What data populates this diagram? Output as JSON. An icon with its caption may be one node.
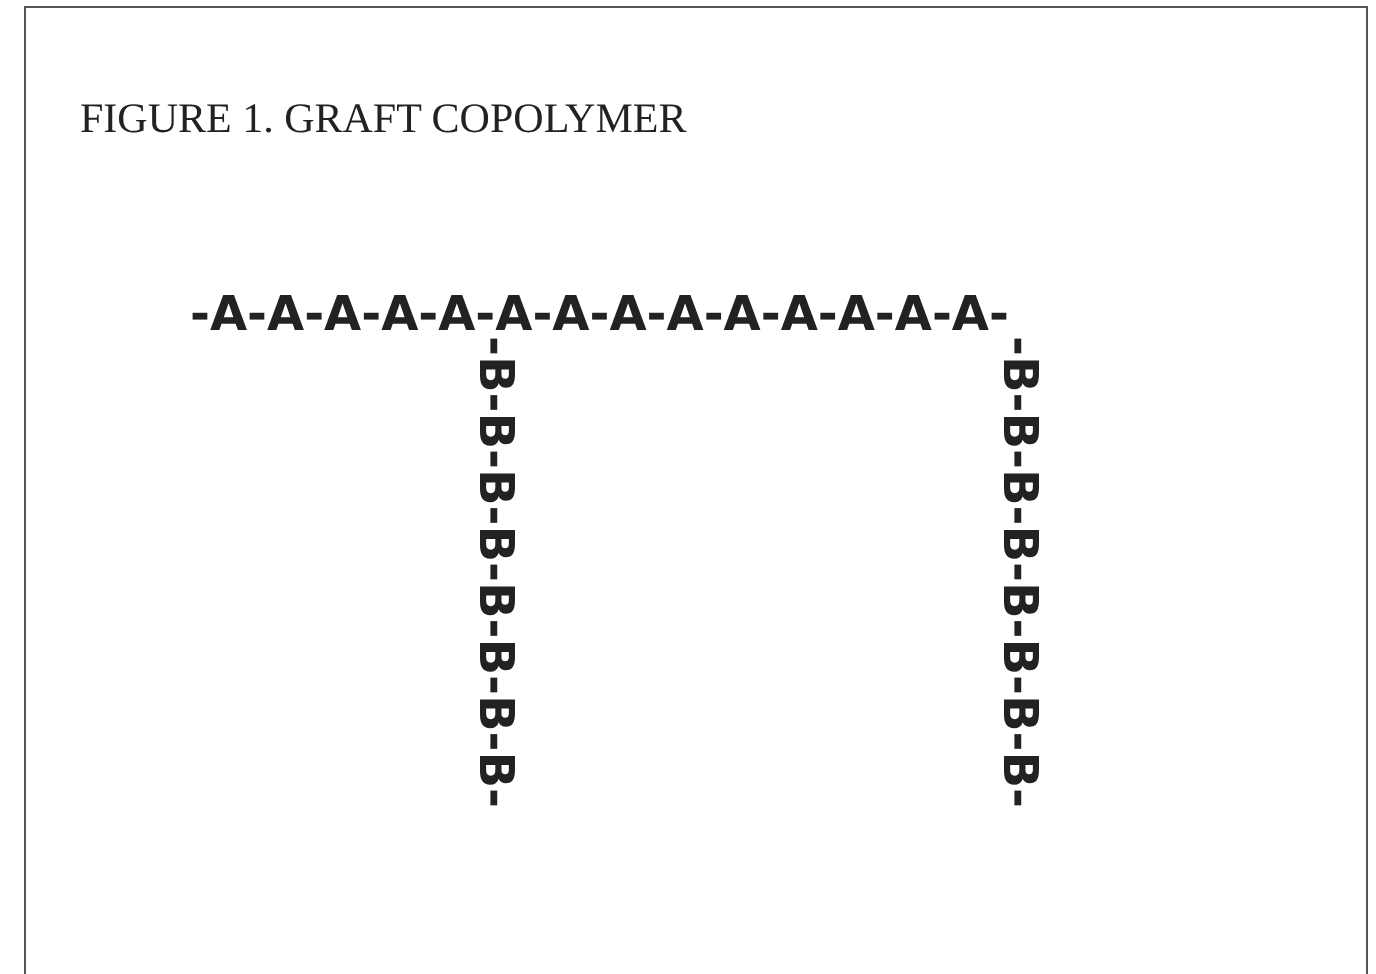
{
  "diagram": {
    "title": "FIGURE 1. GRAFT COPOLYMER",
    "labels": [
      "-A-A-A-A-A-A-A-A-A-A-A-A-A-A-",
      "-B-B-B-B-B-B-B-B-",
      "-B-B-B-B-B-B-B-B-"
    ]
  }
}
